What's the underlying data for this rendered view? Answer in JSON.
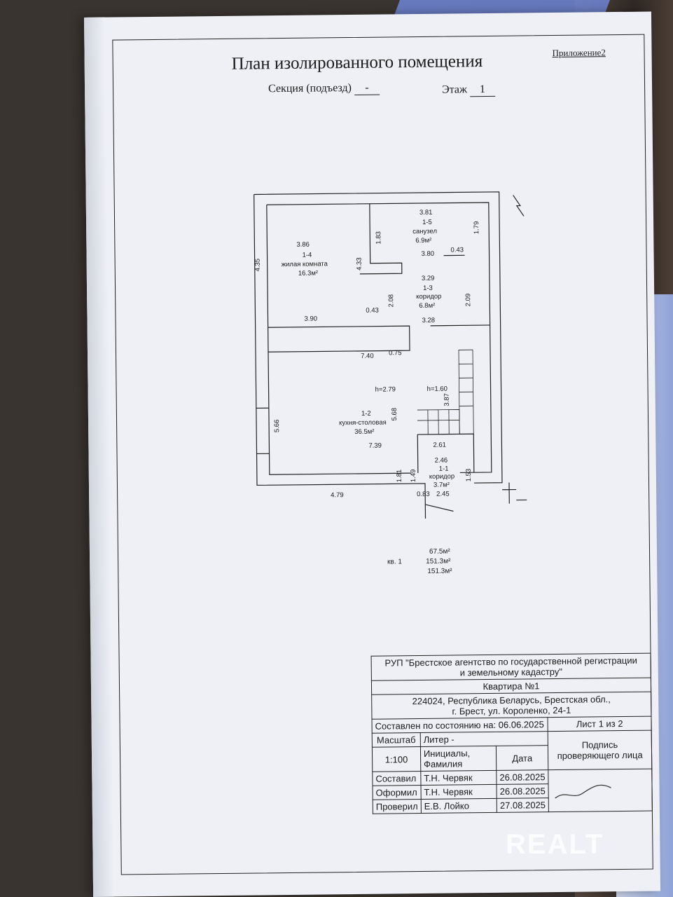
{
  "header": {
    "title": "План изолированного помещения",
    "appendix": "Приложение",
    "appendix_number": "2",
    "section_label": "Секция (подъезд)",
    "section_value": "-",
    "floor_label": "Этаж",
    "floor_value": "1"
  },
  "rooms": [
    {
      "id": "1-4",
      "name": "жилая комната",
      "area": "16.3м²",
      "dim": "3.86"
    },
    {
      "id": "1-5",
      "name": "санузел",
      "area": "6.9м²",
      "dim": "3.81"
    },
    {
      "id": "1-3",
      "name": "коридор",
      "area": "6.8м²",
      "dim": "3.29"
    },
    {
      "id": "1-2",
      "name": "кухня-столовая",
      "area": "36.5м²",
      "dim": "h=2.79"
    },
    {
      "id": "1-1",
      "name": "коридор",
      "area": "3.7м²",
      "dim": "2.46"
    }
  ],
  "dims": {
    "d435": "4.35",
    "d433": "4.33",
    "d183": "1.83",
    "d179": "1.79",
    "d380": "3.80",
    "d043a": "0.43",
    "d208": "2.08",
    "d209": "2.09",
    "d043b": "0.43",
    "d390": "3.90",
    "d328": "3.28",
    "d740": "7.40",
    "d075": "0.75",
    "d160": "h=1.60",
    "d387": "3.87",
    "d566": "5.66",
    "d568": "5.68",
    "d739": "7.39",
    "d261": "2.61",
    "d181": "1.81",
    "d149": "1.49",
    "d153": "1.53",
    "d479": "4.79",
    "d083": "0.83",
    "d245": "2.45"
  },
  "totals": {
    "living": "67.5м²",
    "flat_label": "кв. 1",
    "total": "151.3м²",
    "total2": "151.3м²"
  },
  "stamp": {
    "org1": "РУП \"Брестское агентство по государственной регистрации",
    "org2": "и земельному кадастру\"",
    "object": "Квартира №1",
    "addr1": "224024, Республика Беларусь, Брестская обл.,",
    "addr2": "г. Брест, ул. Короленко, 24-1",
    "as_of": "Составлен по состоянию на: 06.06.2025",
    "sheet": "Лист 1 из 2",
    "scale_label": "Масштаб",
    "liter_label": "Литер -",
    "scale_value": "1:100",
    "initials_label": "Инициалы, Фамилия",
    "date_label": "Дата",
    "sign_label": "Подпись проверяющего лица",
    "rows": [
      {
        "role": "Составил",
        "name": "Т.Н. Червяк",
        "date": "26.08.2025"
      },
      {
        "role": "Оформил",
        "name": "Т.Н. Червяк",
        "date": "26.08.2025"
      },
      {
        "role": "Проверил",
        "name": "Е.В. Лойко",
        "date": "27.08.2025"
      }
    ]
  },
  "watermark": "REALT"
}
